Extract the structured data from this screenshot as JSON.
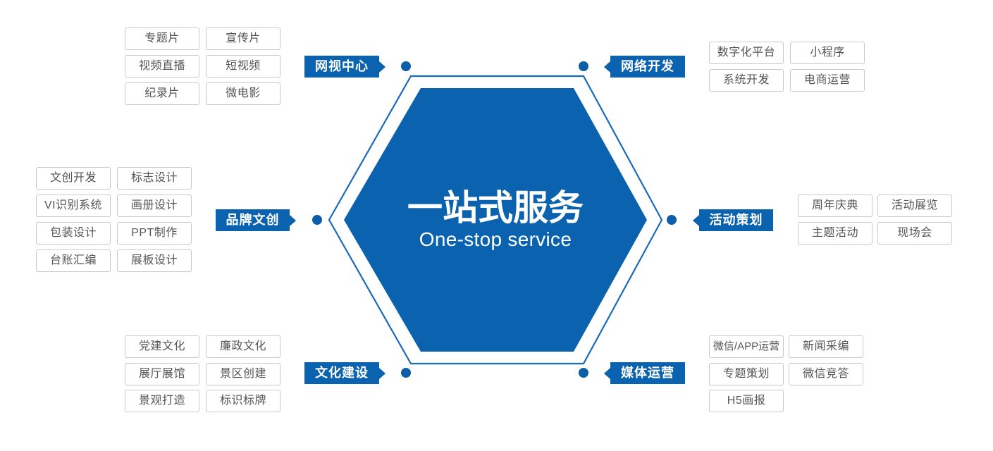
{
  "center": {
    "title": "一站式服务",
    "subtitle": "One-stop service"
  },
  "categories": [
    {
      "label": "网视中心",
      "items": [
        "专题片",
        "宣传片",
        "视频直播",
        "短视频",
        "纪录片",
        "微电影"
      ]
    },
    {
      "label": "网络开发",
      "items": [
        "数字化平台",
        "小程序",
        "系统开发",
        "电商运营"
      ]
    },
    {
      "label": "品牌文创",
      "items": [
        "文创开发",
        "标志设计",
        "VI识别系统",
        "画册设计",
        "包装设计",
        "PPT制作",
        "台账汇编",
        "展板设计"
      ]
    },
    {
      "label": "活动策划",
      "items": [
        "周年庆典",
        "活动展览",
        "主题活动",
        "现场会"
      ]
    },
    {
      "label": "文化建设",
      "items": [
        "党建文化",
        "廉政文化",
        "展厅展馆",
        "景区创建",
        "景观打造",
        "标识标牌"
      ]
    },
    {
      "label": "媒体运营",
      "items": [
        "微信/APP运营",
        "新闻采编",
        "专题策划",
        "微信竞答",
        "H5画报"
      ]
    }
  ],
  "colors": {
    "primary": "#0b62af",
    "outline": "#1a6bb8",
    "dot": "#0d5ea8",
    "tag_border": "#c8c8c8",
    "tag_text": "#555555",
    "background": "#ffffff"
  }
}
